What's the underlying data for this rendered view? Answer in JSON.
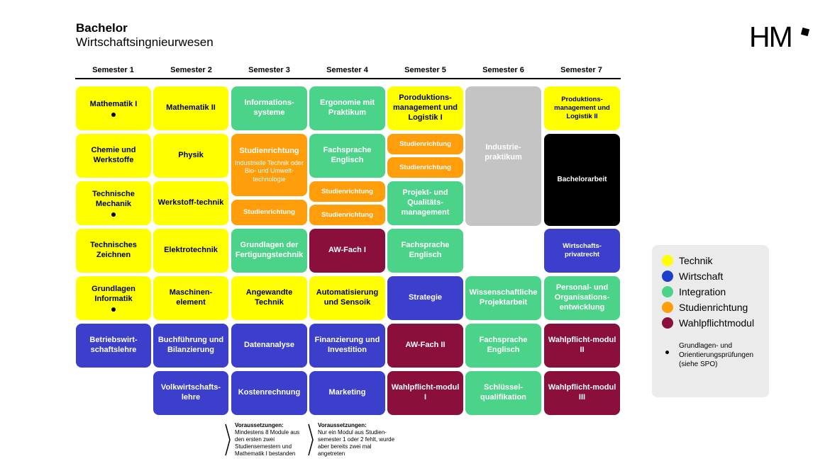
{
  "header": {
    "title": "Bachelor",
    "subtitle": "Wirtschaftsingnieurwesen",
    "logo_text": "HM"
  },
  "semesters": [
    "Semester 1",
    "Semester 2",
    "Semester 3",
    "Semester 4",
    "Semester 5",
    "Semester 6",
    "Semester 7"
  ],
  "colors": {
    "technik": "#ffff00",
    "wirtschaft": "#3b3fcc",
    "integration": "#4cd38a",
    "studienrichtung": "#ff9e0a",
    "wahlpflicht": "#8a0f3d",
    "praktikum": "#c4c4c4",
    "bachelorarbeit": "#000000"
  },
  "modules": {
    "s1_mathe1": "Mathematik I",
    "s1_chemie": "Chemie und Werkstoffe",
    "s1_techmech": "Technische Mechanik",
    "s1_zeichnen": "Technisches Zeichnen",
    "s1_informatik": "Grundlagen Informatik",
    "s1_bwl": "Betriebswirt-schaftslehre",
    "s2_mathe2": "Mathematik II",
    "s2_physik": "Physik",
    "s2_werkstoff": "Werkstoff-technik",
    "s2_elektro": "Elektrotechnik",
    "s2_maschinen": "Maschinen-element",
    "s2_buchfuehrung": "Buchführung und Bilanzierung",
    "s2_vwl": "Volkwirtschafts-lehre",
    "s3_infosys": "Informations-systeme",
    "s3_studien_title": "Studienrichtung",
    "s3_studien_sub": "Industrielle Technik oder Bio- und Umwelt-technologie",
    "s3_studien2": "Studienrichtung",
    "s3_fertigung": "Grundlagen der Fertigungstechnik",
    "s3_angewandte": "Angewandte Technik",
    "s3_daten": "Datenanalyse",
    "s3_kosten": "Kostenrechnung",
    "s4_ergonomie": "Ergonomie mit Praktikum",
    "s4_englisch": "Fachsprache Englisch",
    "s4_studien1": "Studienrichtung",
    "s4_studien2": "Studienrichtung",
    "s4_awfach1": "AW-Fach I",
    "s4_automatisierung": "Automatisierung und Sensoik",
    "s4_finanzierung": "Finanzierung und Investition",
    "s4_marketing": "Marketing",
    "s5_poroduktion": "Poroduktions-management und Logistik I",
    "s5_studien1": "Studienrichtung",
    "s5_studien2": "Studienrichtung",
    "s5_projekt": "Projekt- und Qualitäts-management",
    "s5_englisch": "Fachsprache Englisch",
    "s5_strategie": "Strategie",
    "s5_awfach2": "AW-Fach II",
    "s5_wahl1": "Wahlpflicht-modul I",
    "s6_praktikum": "Industrie-praktikum",
    "s6_projektarbeit": "Wissenschaftliche Projektarbeit",
    "s6_englisch": "Fachsprache Englisch",
    "s6_schluessel": "Schlüssel-qualifikation",
    "s7_produktion": "Produktions-management und Logistik II",
    "s7_bachelor": "Bachelorarbeit",
    "s7_privatrecht": "Wirtschafts-privatrecht",
    "s7_personal": "Personal- und Organisations-entwicklung",
    "s7_wahl2": "Wahlpflicht-modul II",
    "s7_wahl3": "Wahlpflicht-modul III"
  },
  "legend": {
    "technik": "Technik",
    "wirtschaft": "Wirtschaft",
    "integration": "Integration",
    "studienrichtung": "Studienrichtung",
    "wahlpflicht": "Wahlpflichtmodul",
    "note": "Grundlagen- und Orientierungsprüfungen (siehe SPO)"
  },
  "notes": {
    "n1_title": "Voraussetzungen:",
    "n1_text": "Mindestens 8 Module aus den ersten zwei Studiensemestern und Mathematik I bestanden",
    "n2_title": "Voraussetzungen:",
    "n2_text": "Nur ein Modul aus Studien-semester 1 oder 2 fehlt, wurde aber bereits zwei mal angetreten"
  }
}
